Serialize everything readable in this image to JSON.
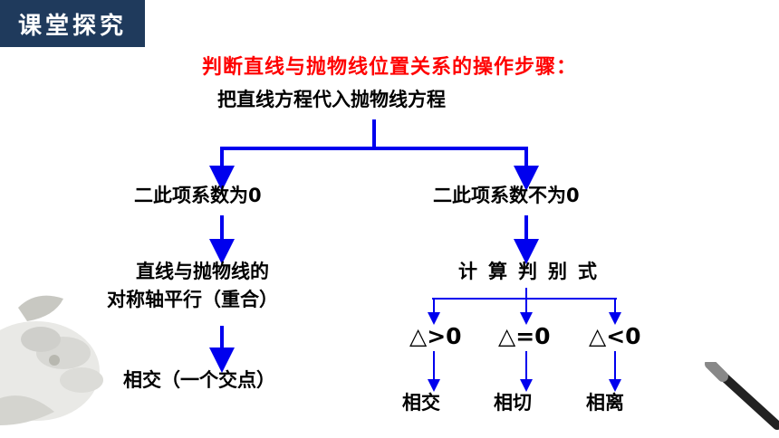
{
  "badge": "课堂探究",
  "title": "判断直线与抛物线位置关系的操作步骤：",
  "nodes": {
    "root": "把直线方程代入抛物线方程",
    "left_branch": "二此项系数为0",
    "right_branch": "二此项系数不为0",
    "parallel_line1": "直线与抛物线的",
    "parallel_line2": "对称轴平行（重合）",
    "left_result": "相交（一个交点）",
    "discriminant": "计算判别式",
    "case_gt": "△>0",
    "case_eq": "△=0",
    "case_lt": "△<0",
    "result_gt": "相交",
    "result_eq": "相切",
    "result_lt": "相离"
  },
  "colors": {
    "badge_bg": "#1f3a5c",
    "title": "#ff0000",
    "arrow": "#0000ee",
    "text": "#000000"
  }
}
